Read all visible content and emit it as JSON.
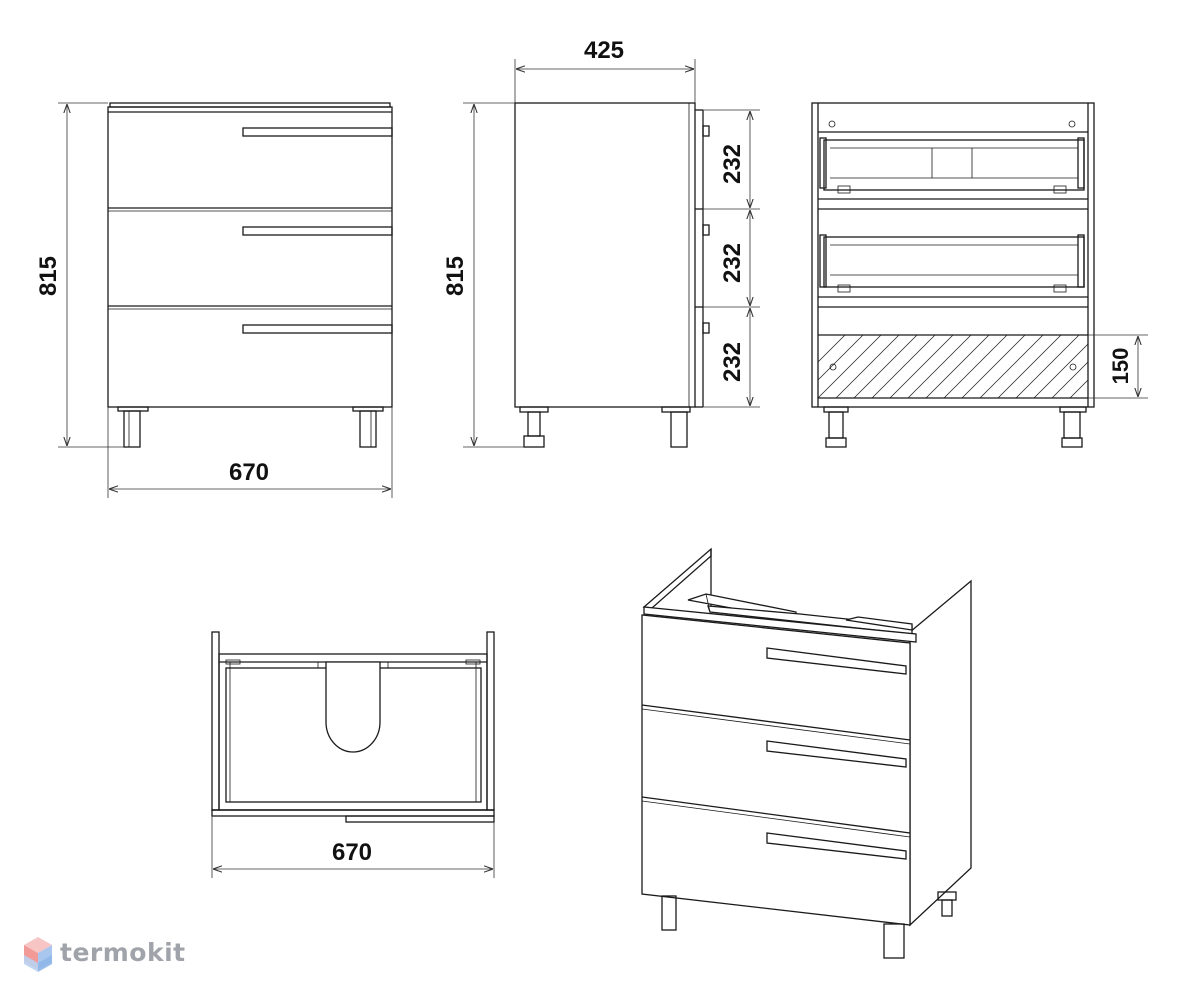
{
  "dimensions": {
    "front_height": "815",
    "front_width": "670",
    "side_height": "815",
    "side_depth": "425",
    "drawer_1": "232",
    "drawer_2": "232",
    "drawer_3": "232",
    "back_panel": "150",
    "top_width": "670"
  },
  "brand": {
    "name": "termokit",
    "colors": {
      "logo_top": "#f2a0a0",
      "logo_bottom": "#a9c7ee",
      "text": "#a0a4aa"
    }
  },
  "icons": {
    "logo": "cube-logo-icon"
  }
}
